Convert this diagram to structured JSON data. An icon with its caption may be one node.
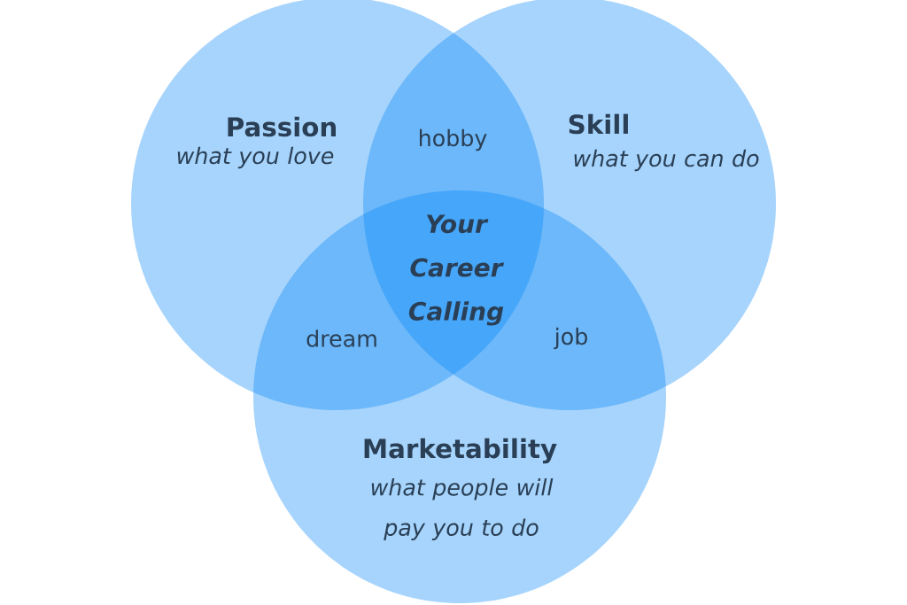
{
  "diagram": {
    "nodes": [
      {
        "text": [
          "Passion",
          "what you love"
        ]
      },
      {
        "text": [
          "Skill",
          "what you can do"
        ]
      },
      {
        "text": [
          "Marketability",
          "what people will pay you to do"
        ]
      }
    ],
    "labels": [
      "hobby",
      "Your Career Calling",
      "dream",
      "job"
    ]
  }
}
